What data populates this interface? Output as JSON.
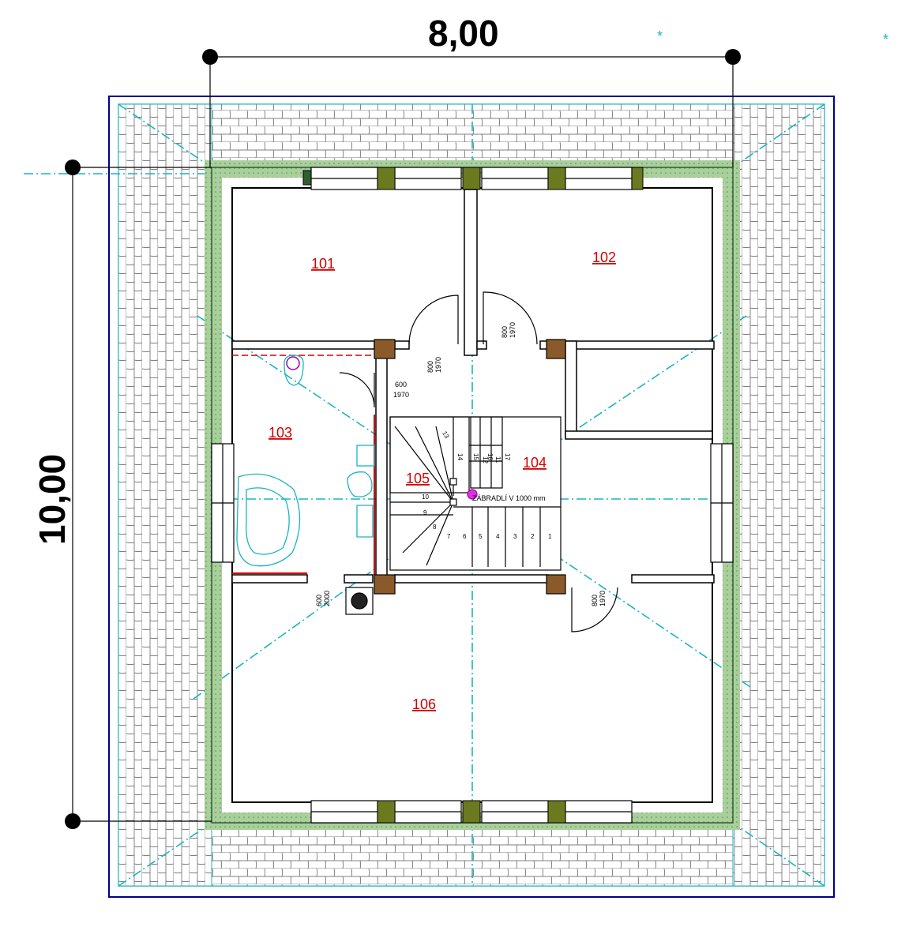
{
  "dimensions": {
    "width": "8,00",
    "height": "10,00"
  },
  "rooms": [
    {
      "id": "room-101",
      "label": "101"
    },
    {
      "id": "room-102",
      "label": "102"
    },
    {
      "id": "room-103",
      "label": "103"
    },
    {
      "id": "room-104",
      "label": "104"
    },
    {
      "id": "room-105",
      "label": "105"
    },
    {
      "id": "room-106",
      "label": "106"
    }
  ],
  "doors": [
    {
      "id": "door-101",
      "w": "800",
      "h": "1970"
    },
    {
      "id": "door-102",
      "w": "800",
      "h": "1970"
    },
    {
      "id": "door-103",
      "w": "600",
      "h": "1970"
    },
    {
      "id": "door-106",
      "w": "800",
      "h": "1970"
    },
    {
      "id": "door-bath",
      "w": "600",
      "h": "2000"
    }
  ],
  "railing_note": "ZÁBRADLÍ V 1000 mm",
  "stairs": {
    "upper_steps": [
      "11",
      "12",
      "13",
      "14",
      "15",
      "16",
      "17"
    ],
    "lower_steps": [
      "1",
      "2",
      "3",
      "4",
      "5",
      "6",
      "7",
      "8",
      "9",
      "10"
    ]
  },
  "colors": {
    "wall_insulation": "#8fb98a",
    "wall_line": "#2f5f2f",
    "guide_lines": "#19b5c2",
    "room_label": "#d40000",
    "roof_outline": "#00008b",
    "chimney_fill": "#8b5a2b",
    "column_fill": "#6b7a1f"
  }
}
